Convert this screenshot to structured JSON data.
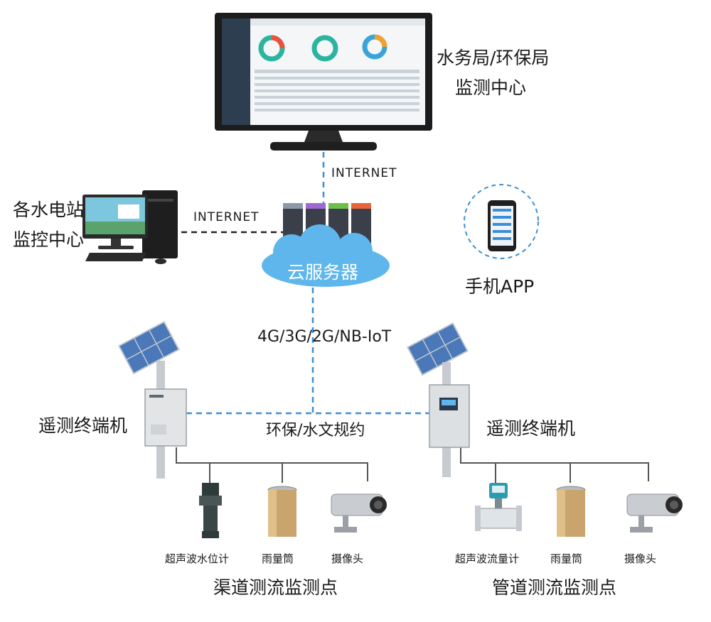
{
  "labels": {
    "center_line1": "水务局/环保局",
    "center_line2": "监测中心",
    "station_line1": "各水电站",
    "station_line2": "监控中心",
    "internet_top": "INTERNET",
    "internet_left": "INTERNET",
    "cloud": "云服务器",
    "app": "手机APP",
    "network": "4G/3G/2G/NB-IoT",
    "protocol": "环保/水文规约",
    "rtu_left": "遥测终端机",
    "rtu_right": "遥测终端机",
    "channel_title": "渠道测流监测点",
    "pipe_title": "管道测流监测点"
  },
  "channel_devices": [
    "超声波水位计",
    "雨量筒",
    "摄像头"
  ],
  "pipe_devices": [
    "超声波流量计",
    "雨量筒",
    "摄像头"
  ],
  "colors": {
    "dash_blue": "#3a8fd8",
    "dash_black": "#222222",
    "cloud": "#5fb6ec",
    "monitor_frame": "#1c1c1c",
    "panel_gray": "#d9d9d9"
  }
}
